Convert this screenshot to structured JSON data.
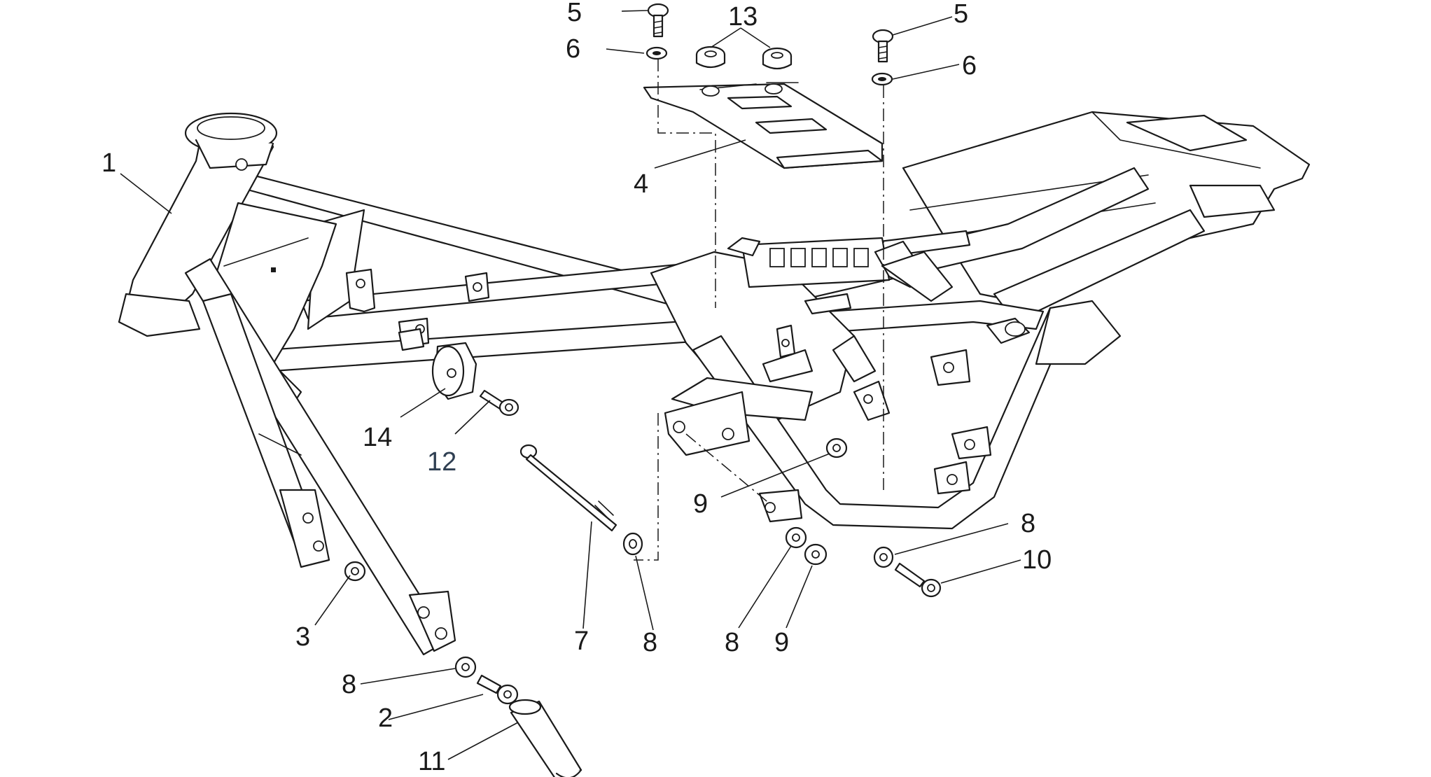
{
  "diagram": {
    "callouts": [
      {
        "id": "c1",
        "text": "1"
      },
      {
        "id": "c2",
        "text": "2"
      },
      {
        "id": "c3",
        "text": "3"
      },
      {
        "id": "c4",
        "text": "4"
      },
      {
        "id": "c5a",
        "text": "5"
      },
      {
        "id": "c5b",
        "text": "5"
      },
      {
        "id": "c6a",
        "text": "6"
      },
      {
        "id": "c6b",
        "text": "6"
      },
      {
        "id": "c7",
        "text": "7"
      },
      {
        "id": "c8a",
        "text": "8"
      },
      {
        "id": "c8b",
        "text": "8"
      },
      {
        "id": "c8c",
        "text": "8"
      },
      {
        "id": "c8d",
        "text": "8"
      },
      {
        "id": "c9a",
        "text": "9"
      },
      {
        "id": "c9b",
        "text": "9"
      },
      {
        "id": "c10",
        "text": "10"
      },
      {
        "id": "c11",
        "text": "11"
      },
      {
        "id": "c12",
        "text": "12"
      },
      {
        "id": "c13",
        "text": "13"
      },
      {
        "id": "c14",
        "text": "14"
      }
    ]
  }
}
